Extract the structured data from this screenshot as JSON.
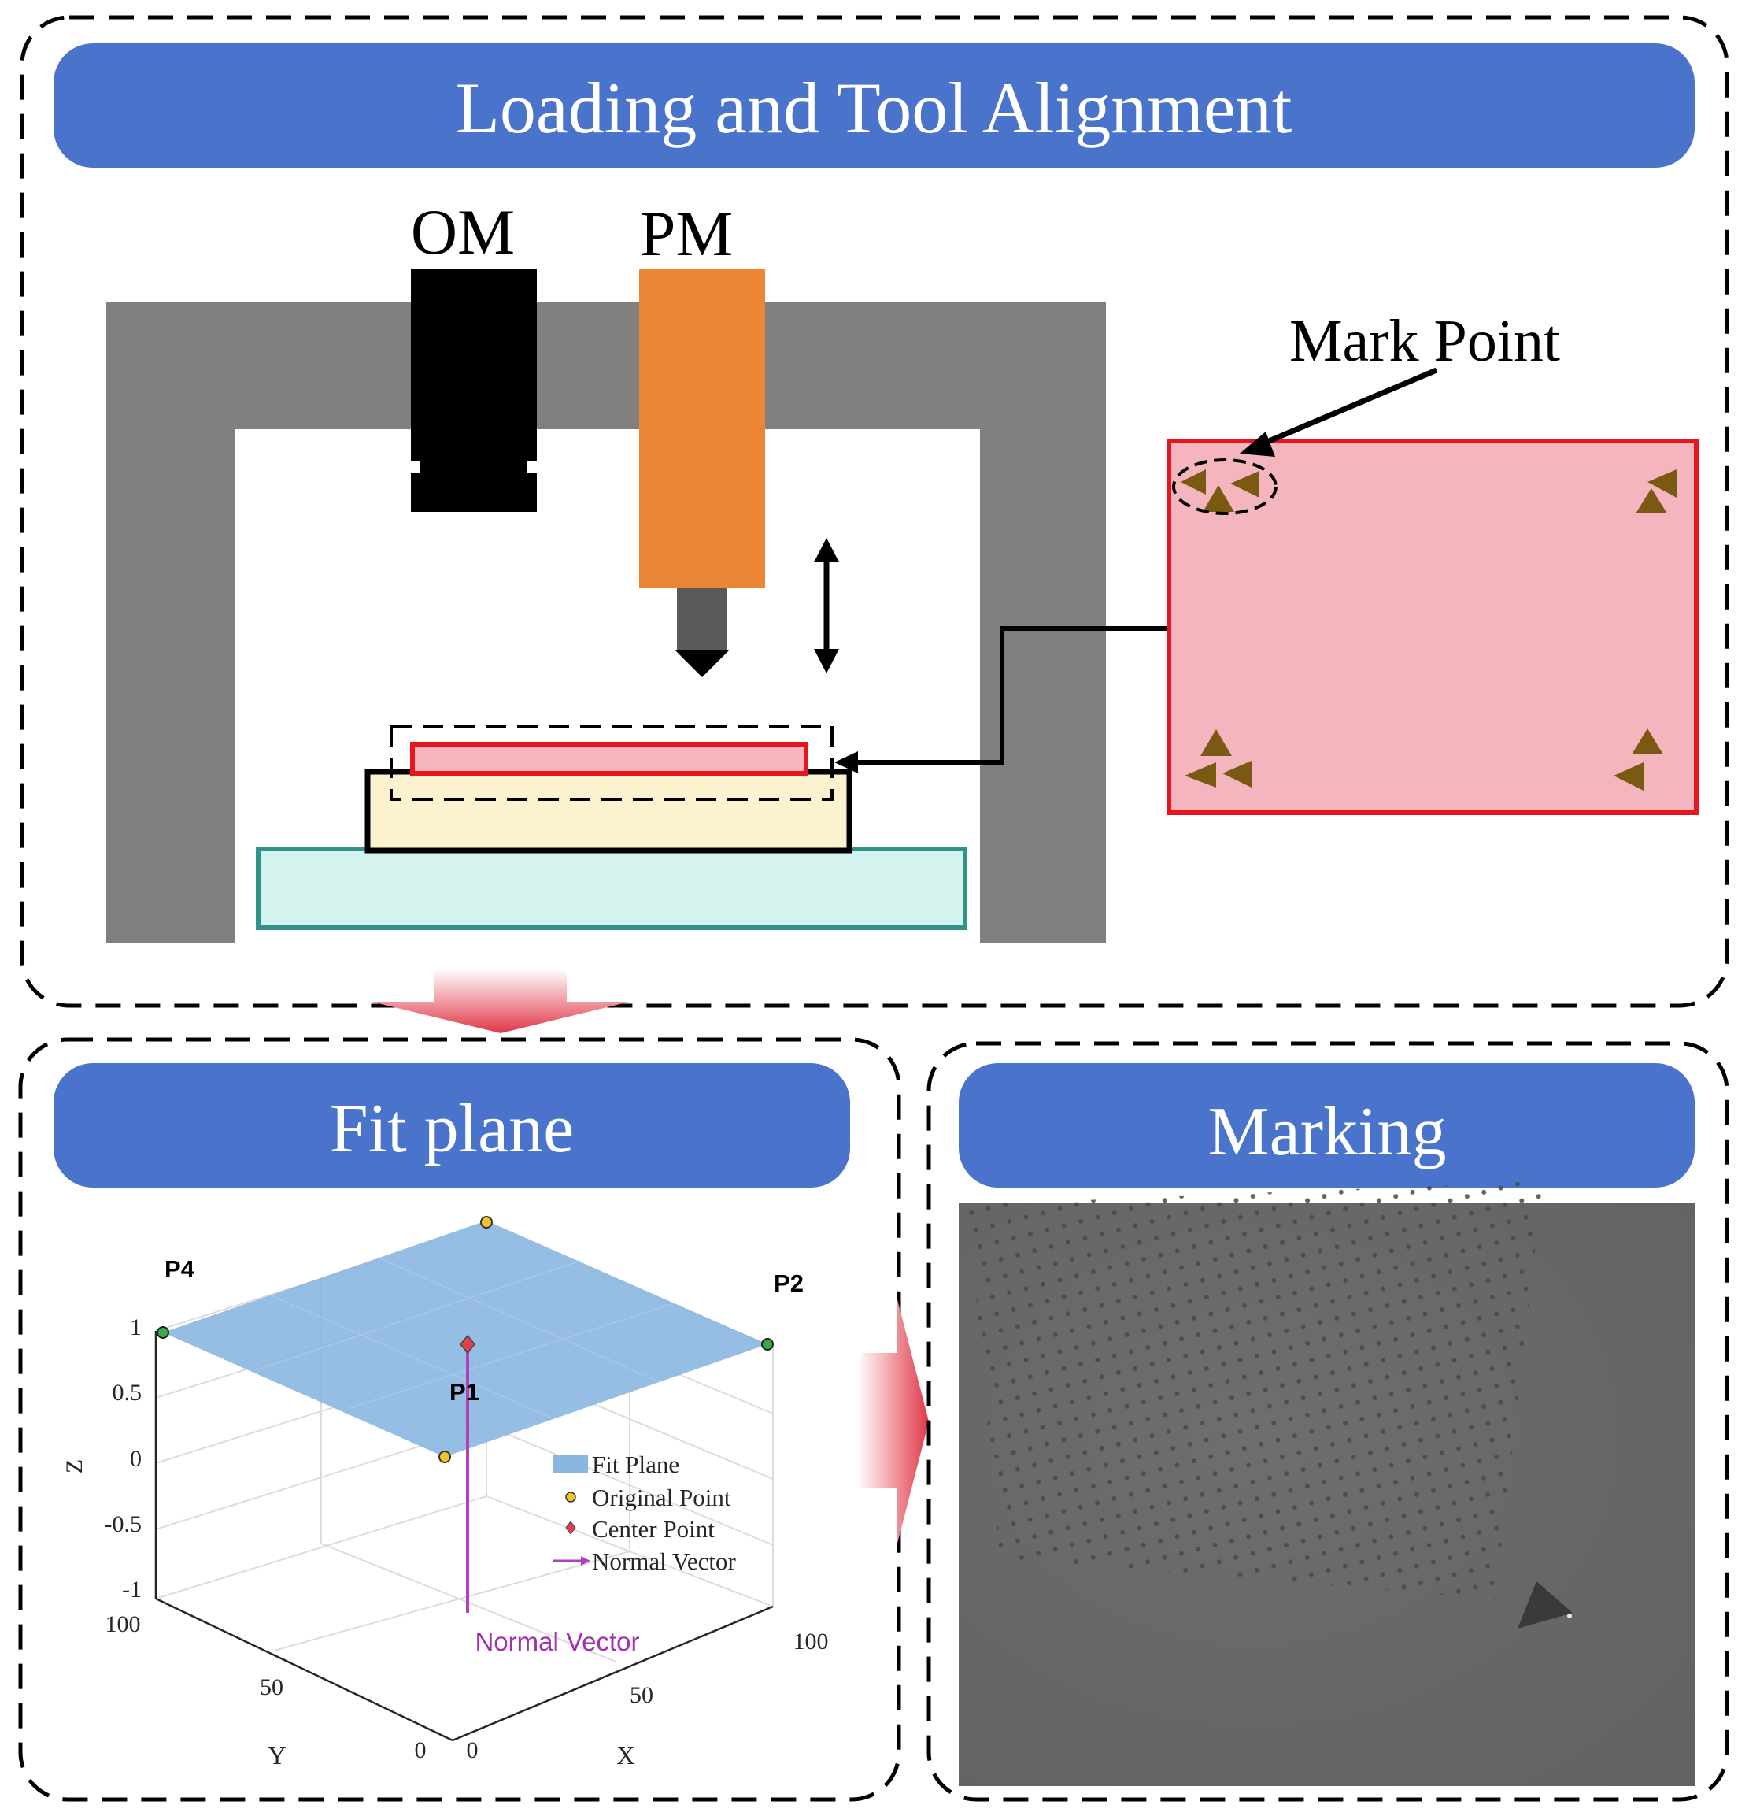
{
  "panels": {
    "loading": {
      "title": "Loading and Tool Alignment"
    },
    "fit": {
      "title": "Fit plane"
    },
    "marking": {
      "title": "Marking"
    }
  },
  "labels": {
    "om": "OM",
    "pm": "PM",
    "mark_point": "Mark Point"
  },
  "plot": {
    "points": {
      "p1": "P1",
      "p2": "P2",
      "p4": "P4"
    },
    "z_axis": {
      "label": "Z",
      "ticks": [
        "1",
        "0.5",
        "0",
        "-0.5",
        "-1"
      ]
    },
    "y_axis": {
      "label": "Y",
      "ticks": [
        "100",
        "50",
        "0"
      ]
    },
    "x_axis": {
      "label": "X",
      "ticks": [
        "0",
        "50",
        "100"
      ]
    },
    "normal_label": "Normal Vector",
    "legend": [
      "Fit Plane",
      "Original Point",
      "Center Point",
      "Normal Vector"
    ]
  },
  "colors": {
    "title_bar": "#4a74cc",
    "frame_gray": "#808080",
    "pm_orange": "#ed8634",
    "sample_pink": "#f5b5be",
    "sample_border": "#e8141e",
    "holder_cream": "#fdf2d0",
    "stage_teal": "#d4f2ee",
    "stage_border": "#2e9488",
    "mark_triangle": "#7a5a12",
    "plane_blue": "#8bb6e0",
    "arrow_red": "#e03848",
    "normal_purple": "#b040c0",
    "micrograph_gray": "#6a6a6a"
  }
}
